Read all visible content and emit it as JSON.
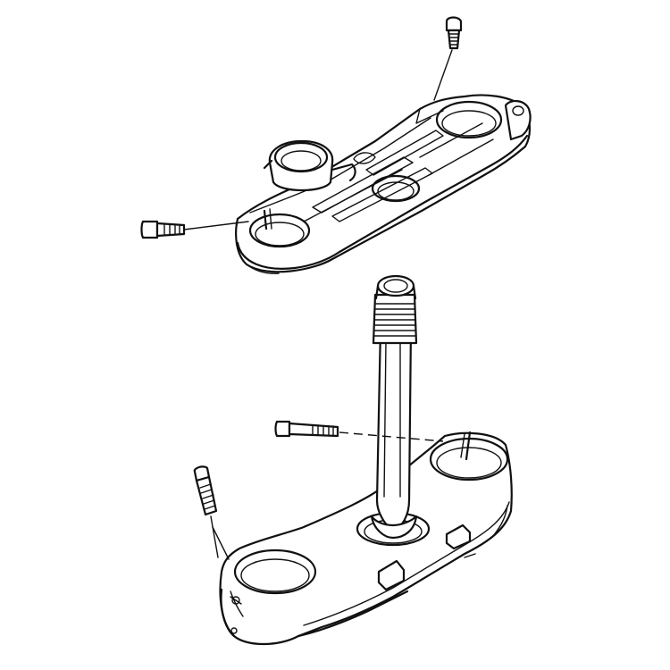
{
  "diagram": {
    "parts": [
      {
        "name": "upper-triple-clamp",
        "count": 1
      },
      {
        "name": "upper-pinch-bolt",
        "count": 1
      },
      {
        "name": "upper-clamp-bolt",
        "count": 1
      },
      {
        "name": "lower-triple-clamp-with-steering-stem",
        "count": 1
      },
      {
        "name": "lower-pinch-bolt-right",
        "count": 1
      },
      {
        "name": "lower-pinch-bolt-left",
        "count": 1
      }
    ],
    "line_color": "#111111",
    "background": "#ffffff"
  }
}
